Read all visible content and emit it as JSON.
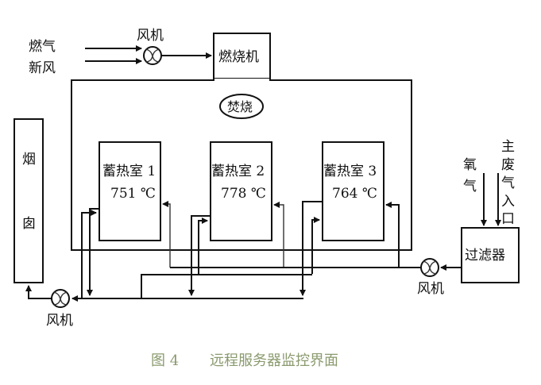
{
  "diagram": {
    "inputs": {
      "gas": "燃气",
      "fresh_air": "新风"
    },
    "top_fan_label": "风机",
    "burner_label": "燃烧机",
    "incineration_label": "焚烧",
    "chimney_label": [
      "烟",
      "囱"
    ],
    "chambers": [
      {
        "name": "蓄热室 1",
        "temperature": "751 ℃"
      },
      {
        "name": "蓄热室 2",
        "temperature": "778 ℃"
      },
      {
        "name": "蓄热室 3",
        "temperature": "764 ℃"
      }
    ],
    "oxygen_label": [
      "氧",
      "气"
    ],
    "main_exhaust_label": [
      "主",
      "废",
      "气",
      "入",
      "口"
    ],
    "filter_label": "过滤器",
    "right_fan_label": "风机",
    "left_fan_label": "风机"
  },
  "caption": {
    "figure_number": "图 4",
    "title": "远程服务器监控界面"
  }
}
